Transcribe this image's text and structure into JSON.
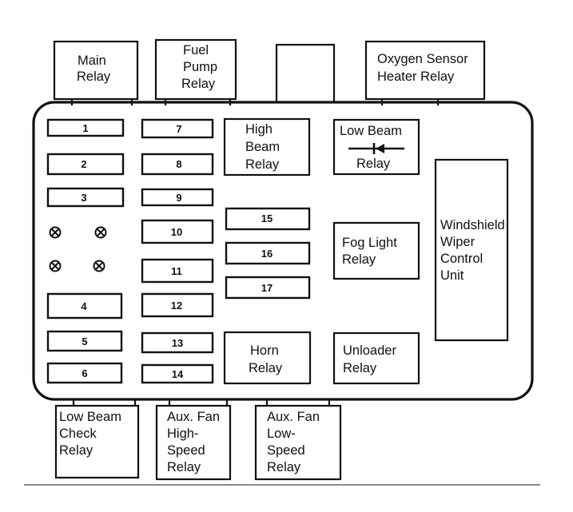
{
  "relays_top": {
    "main_relay": [
      "Main",
      "Relay"
    ],
    "fuel_pump_relay": [
      "Fuel",
      "Pump",
      "Relay"
    ],
    "oxygen_sensor_heater_relay": [
      "Oxygen Sensor",
      "Heater Relay"
    ]
  },
  "relays_inner": {
    "high_beam_relay": [
      "High",
      "Beam",
      "Relay"
    ],
    "low_beam_relay": [
      "Low Beam",
      "Relay"
    ],
    "fog_light_relay": [
      "Fog Light",
      "Relay"
    ],
    "horn_relay": [
      "Horn",
      "Relay"
    ],
    "unloader_relay": [
      "Unloader",
      "Relay"
    ],
    "windshield_wiper_control_unit": [
      "Windshield",
      "Wiper",
      "Control",
      "Unit"
    ]
  },
  "relays_bottom": {
    "low_beam_check_relay": [
      "Low Beam",
      "Check",
      "Relay"
    ],
    "aux_fan_high_speed_relay": [
      "Aux. Fan",
      "High-",
      "Speed",
      "Relay"
    ],
    "aux_fan_low_speed_relay": [
      "Aux. Fan",
      "Low-",
      "Speed",
      "Relay"
    ]
  },
  "fuses": [
    "1",
    "2",
    "3",
    "4",
    "5",
    "6",
    "7",
    "8",
    "9",
    "10",
    "11",
    "12",
    "13",
    "14",
    "15",
    "16",
    "17"
  ]
}
